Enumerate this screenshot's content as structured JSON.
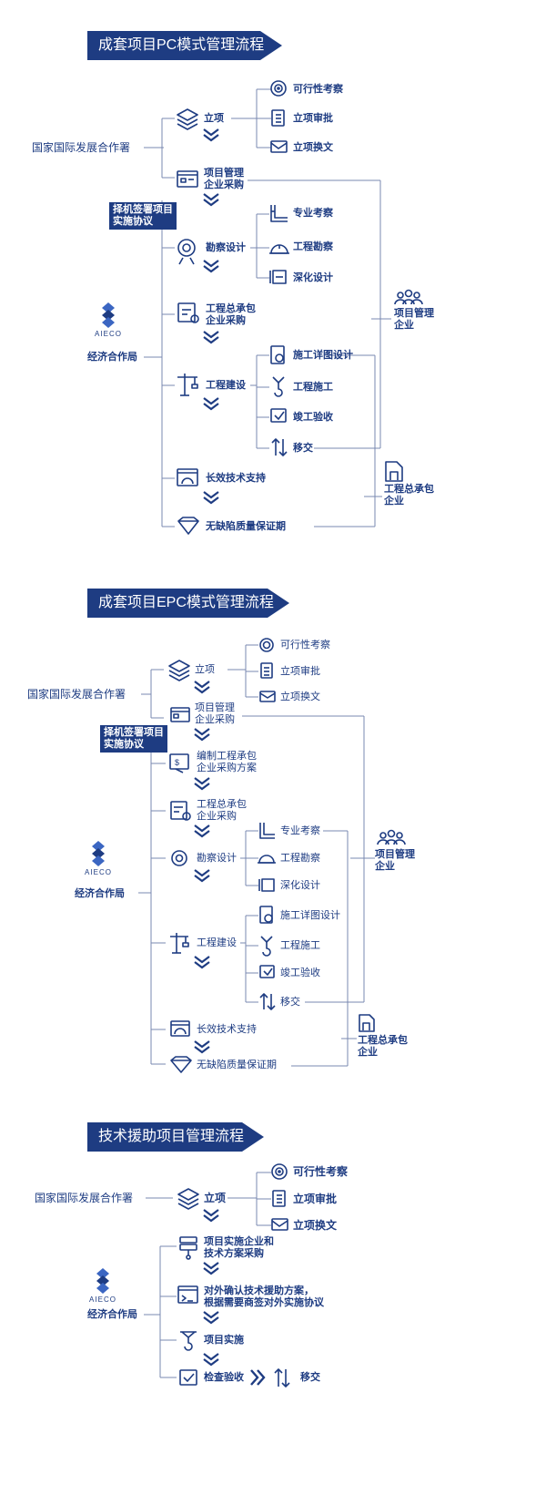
{
  "colors": {
    "primary": "#1e3c82",
    "connector": "#7a88b0",
    "accent": "#3b66c2"
  },
  "logo_text": "AIECO",
  "sections": [
    {
      "title": "成套项目PC模式管理流程",
      "left_top": "国家国际发展合作署",
      "left_bottom": "经济合作局",
      "tag": [
        "择机签署项目",
        "实施协议"
      ],
      "nodes": {
        "lixiang": "立项",
        "feasibility": "可行性考察",
        "approval": "立项审批",
        "exchange": "立项换文",
        "pm_proc": [
          "项目管理",
          "企业采购"
        ],
        "survey": "勘察设计",
        "pro_survey": "专业考察",
        "geo_survey": "工程勘察",
        "deep_design": "深化设计",
        "gc_proc": [
          "工程总承包",
          "企业采购"
        ],
        "construction": "工程建设",
        "detail_design": "施工详图设计",
        "work": "工程施工",
        "acceptance": "竣工验收",
        "handover": "移交",
        "support": "长效技术支持",
        "warranty": "无缺陷质量保证期",
        "pm_company": [
          "项目管理",
          "企业"
        ],
        "gc_company": [
          "工程总承包",
          "企业"
        ]
      }
    },
    {
      "title": "成套项目EPC模式管理流程",
      "left_top": "国家国际发展合作署",
      "left_bottom": "经济合作局",
      "tag": [
        "择机签署项目",
        "实施协议"
      ],
      "nodes": {
        "lixiang": "立项",
        "feasibility": "可行性考察",
        "approval": "立项审批",
        "exchange": "立项换文",
        "pm_proc": [
          "项目管理",
          "企业采购"
        ],
        "plan": [
          "编制工程承包",
          "企业采购方案"
        ],
        "gc_proc": [
          "工程总承包",
          "企业采购"
        ],
        "survey": "勘察设计",
        "pro_survey": "专业考察",
        "geo_survey": "工程勘察",
        "deep_design": "深化设计",
        "construction": "工程建设",
        "detail_design": "施工详图设计",
        "work": "工程施工",
        "acceptance": "竣工验收",
        "handover": "移交",
        "support": "长效技术支持",
        "warranty": "无缺陷质量保证期",
        "pm_company": [
          "项目管理",
          "企业"
        ],
        "gc_company": [
          "工程总承包",
          "企业"
        ]
      }
    },
    {
      "title": "技术援助项目管理流程",
      "left_top": "国家国际发展合作署",
      "left_bottom": "经济合作局",
      "nodes": {
        "lixiang": "立项",
        "feasibility": "可行性考察",
        "approval": "立项审批",
        "exchange": "立项换文",
        "procure": [
          "项目实施企业和",
          "技术方案采购"
        ],
        "confirm": [
          "对外确认技术援助方案，",
          "根据需要商签对外实施协议"
        ],
        "implement": "项目实施",
        "inspect": "检查验收",
        "handover": "移交"
      }
    }
  ]
}
